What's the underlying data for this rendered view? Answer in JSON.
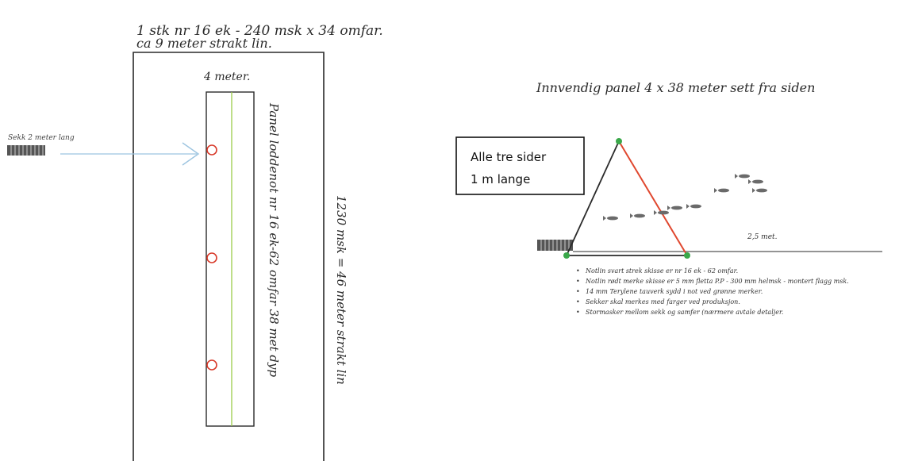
{
  "left": {
    "title_line1": "1 stk nr 16 ek - 240 msk x 34 omfar.",
    "title_line2": "ca 9 meter strakt lin.",
    "panel_width_label": "4 meter.",
    "panel_label": "Panel loddenot nr 16 ek-62 omfar 38 met dyp",
    "height_label": "1230 msk = 46 meter strakt lin",
    "bag_label": "Sekk 2 meter lang"
  },
  "right": {
    "title": "Innvendig panel 4 x 38 meter   sett fra siden",
    "box_line1": "Alle tre sider",
    "box_line2": "1 m lange",
    "distance_label": "2,5 met.",
    "notes": [
      "Notlin svart strek skisse er nr 16 ek - 62 omfar.",
      "Notlin rødt merke skisse er 5 mm fletta P.P - 300 mm helmsk - montert flagg msk.",
      "14 mm Terylene tauverk sydd i not ved grønne merker.",
      "Sekker skal merkes med farger ved produksjon.",
      "Stormasker mellom sekk og samfer (nærmere avtale detaljer."
    ]
  },
  "colors": {
    "ink": "#2a2a2a",
    "red_line": "#e0472e",
    "green_dot": "#3aa84a",
    "green_line": "#9ccc4a",
    "arrow": "#9cc4e0",
    "ring": "#d83a2a"
  }
}
